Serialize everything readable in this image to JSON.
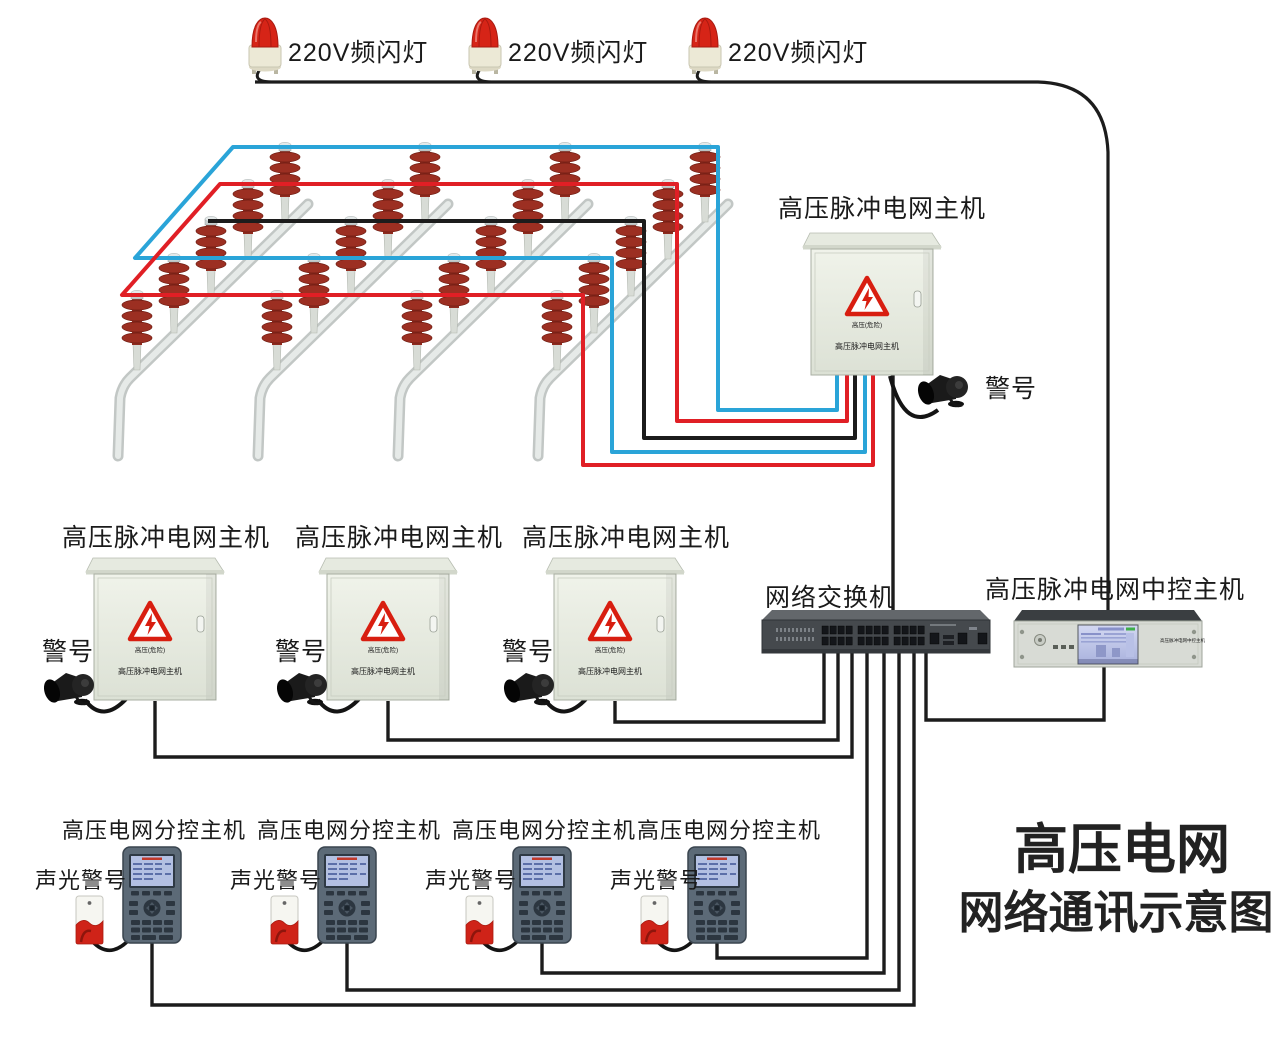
{
  "strobe_light": {
    "label": "220V频闪灯"
  },
  "pulse_host": {
    "label": "高压脉冲电网主机",
    "warning_text": "高压(危险)",
    "panel_text": "高压脉冲电网主机"
  },
  "alarm": {
    "label": "警号"
  },
  "network_switch": {
    "label": "网络交换机"
  },
  "central_host": {
    "label": "高压脉冲电网中控主机",
    "panel_text": "高压脉冲电网中控主机"
  },
  "sub_host": {
    "label": "高压电网分控主机"
  },
  "sound_light_alarm": {
    "label": "声光警号"
  },
  "title": {
    "line1": "高压电网",
    "line2": "网络通讯示意图"
  },
  "colors": {
    "wire_blue": "#2aa4d8",
    "wire_red": "#e01f25",
    "wire_black": "#1c1c1c",
    "cabinet_body": "#e9ede3",
    "warning_red": "#d81e10",
    "switch_body": "#45494d",
    "device_body": "#5c6a77",
    "siren_red": "#cf2318",
    "strobe_dome": "#d62417"
  }
}
